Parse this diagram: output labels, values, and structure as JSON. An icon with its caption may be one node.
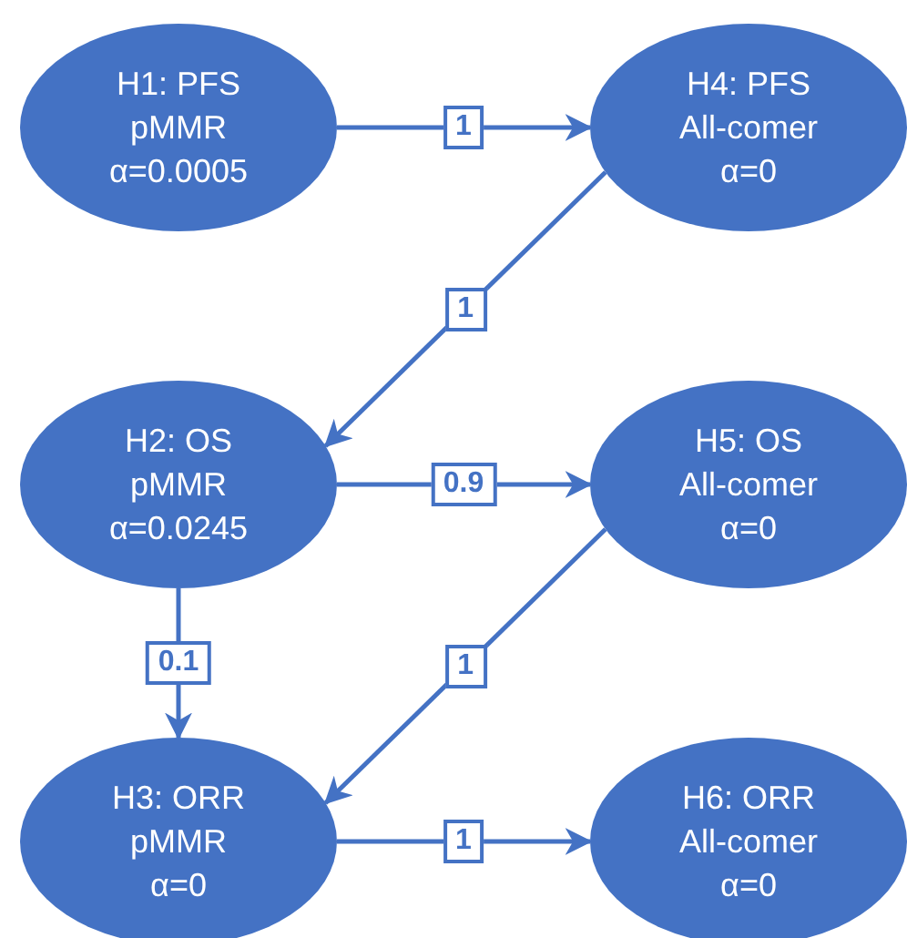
{
  "diagram": {
    "nodes": [
      {
        "text": [
          "H1: PFS",
          "pMMR",
          "α=0.0005"
        ]
      },
      {
        "text": [
          "H4: PFS",
          "All-comer",
          "α=0"
        ]
      },
      {
        "text": [
          "H2: OS",
          "pMMR",
          "α=0.0245"
        ]
      },
      {
        "text": [
          "H5: OS",
          "All-comer",
          "α=0"
        ]
      },
      {
        "text": [
          "H3: ORR",
          "pMMR",
          "α=0"
        ]
      },
      {
        "text": [
          "H6: ORR",
          "All-comer",
          "α=0"
        ]
      }
    ],
    "edges": [
      {
        "from": 0,
        "to": 1,
        "arrow": "to",
        "label": "1"
      },
      {
        "from": 1,
        "to": 2,
        "arrow": "to",
        "label": "1"
      },
      {
        "from": 2,
        "to": 3,
        "arrow": "to",
        "label": "0.9"
      },
      {
        "from": 2,
        "to": 4,
        "arrow": "to",
        "label": "0.1"
      },
      {
        "from": 3,
        "to": 4,
        "arrow": "to",
        "label": "1"
      },
      {
        "from": 4,
        "to": 5,
        "arrow": "to",
        "label": "1"
      }
    ]
  }
}
